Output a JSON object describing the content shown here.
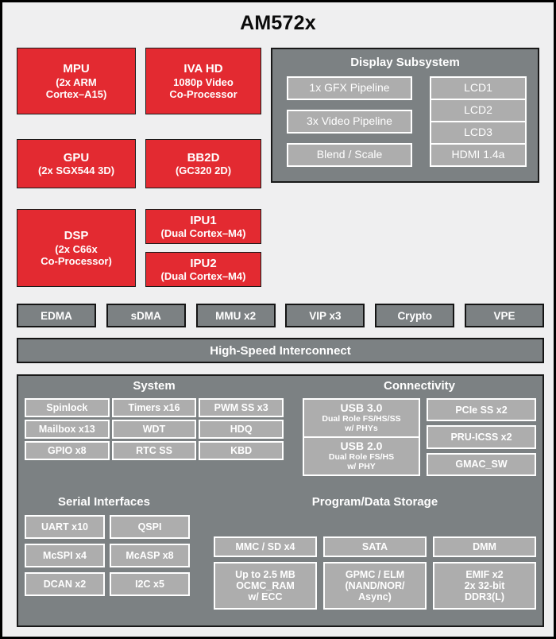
{
  "title": "AM572x",
  "colors": {
    "accent_red": "#e32a31",
    "panel_gray": "#7c8183",
    "pill_gray": "#adadad",
    "background": "#efeff0",
    "border": "#141414"
  },
  "processors": [
    {
      "name": "MPU",
      "detail": "(2x ARM\nCortex–A15)"
    },
    {
      "name": "IVA HD",
      "detail": "1080p Video\nCo-Processor"
    },
    {
      "name": "GPU",
      "detail": "(2x SGX544 3D)"
    },
    {
      "name": "BB2D",
      "detail": "(GC320 2D)"
    },
    {
      "name": "DSP",
      "detail": "(2x C66x\nCo-Processor)"
    },
    {
      "name": "IPU1",
      "detail": "(Dual Cortex–M4)"
    },
    {
      "name": "IPU2",
      "detail": "(Dual Cortex–M4)"
    }
  ],
  "display_subsystem": {
    "title": "Display Subsystem",
    "pipelines": [
      "1x GFX Pipeline",
      "3x Video Pipeline",
      "Blend / Scale"
    ],
    "outputs": [
      "LCD1",
      "LCD2",
      "LCD3",
      "HDMI 1.4a"
    ]
  },
  "dma_row": [
    "EDMA",
    "sDMA",
    "MMU x2",
    "VIP x3",
    "Crypto",
    "VPE"
  ],
  "interconnect": "High-Speed Interconnect",
  "system": {
    "title": "System",
    "items": [
      "Spinlock",
      "Timers x16",
      "PWM SS x3",
      "Mailbox x13",
      "WDT",
      "HDQ",
      "GPIO x8",
      "RTC SS",
      "KBD"
    ]
  },
  "connectivity": {
    "title": "Connectivity",
    "usb": [
      {
        "name": "USB 3.0",
        "sub": "Dual Role FS/HS/SS\nw/ PHYs"
      },
      {
        "name": "USB 2.0",
        "sub": "Dual Role FS/HS\nw/ PHY"
      }
    ],
    "items": [
      "PCIe SS x2",
      "PRU-ICSS x2",
      "GMAC_SW"
    ]
  },
  "serial_interfaces": {
    "title": "Serial Interfaces",
    "items": [
      "UART x10",
      "QSPI",
      "McSPI x4",
      "McASP x8",
      "DCAN x2",
      "I2C x5"
    ]
  },
  "storage": {
    "title": "Program/Data Storage",
    "top": [
      "MMC / SD x4",
      "SATA",
      "DMM"
    ],
    "bottom": [
      "Up to 2.5 MB\nOCMC_RAM\nw/ ECC",
      "GPMC / ELM\n(NAND/NOR/\nAsync)",
      "EMIF x2\n2x 32-bit\nDDR3(L)"
    ]
  }
}
